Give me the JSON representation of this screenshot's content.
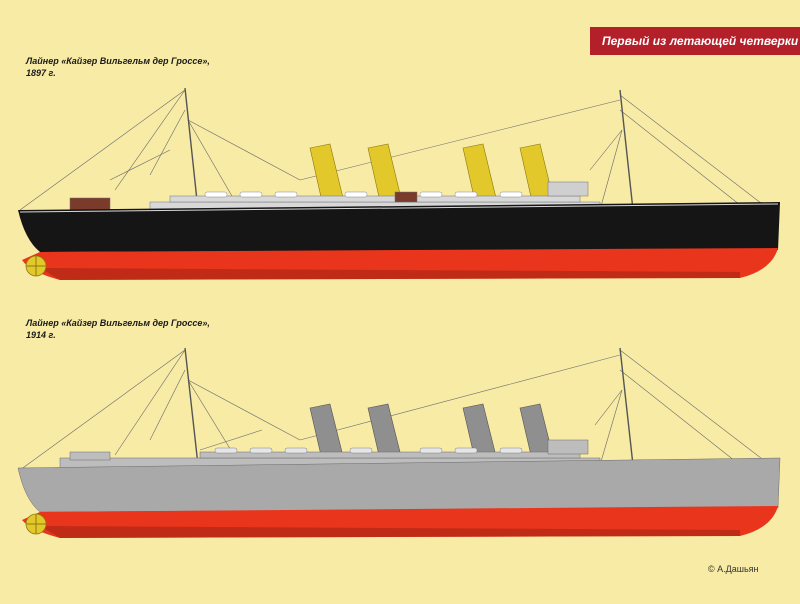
{
  "header": {
    "banner_text": "Первый из летающей четверки",
    "banner_color": "#b3202a"
  },
  "ships": [
    {
      "caption_line1": "Лайнер «Кайзер Вильгельм дер Гроссе»,",
      "caption_line2": "1897 г.",
      "hull_upper_color": "#151515",
      "hull_lower_color": "#e8351c",
      "funnel_color": "#e2c82a"
    },
    {
      "caption_line1": "Лайнер «Кайзер Вильгельм дер Гроссе»,",
      "caption_line2": "1914 г.",
      "hull_upper_color": "#a9a9a9",
      "hull_lower_color": "#e8351c",
      "funnel_color": "#8f8f8f"
    }
  ],
  "footer": {
    "credit": "© А.Дашьян"
  }
}
